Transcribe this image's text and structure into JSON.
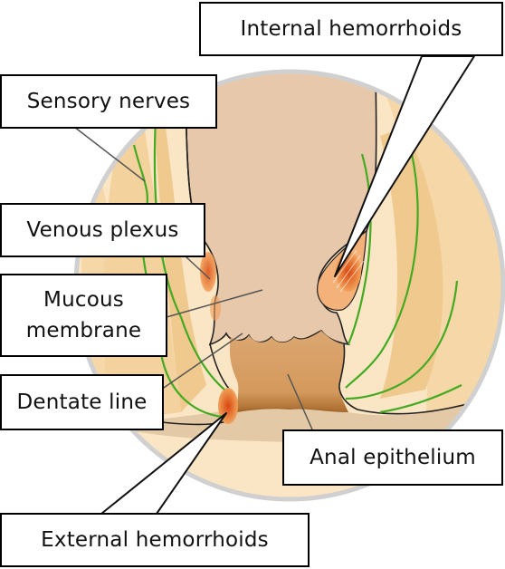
{
  "labels": {
    "internal_hemorrhoids": "Internal hemorrhoids",
    "sensory_nerves": "Sensory nerves",
    "venous_plexus": "Venous plexus",
    "mucous_membrane_line1": "Mucous",
    "mucous_membrane_line2": "membrane",
    "dentate_line": "Dentate line",
    "anal_epithelium": "Anal epithelium",
    "external_hemorrhoids": "External hemorrhoids"
  },
  "colors": {
    "circle_outline": "#d0d0d0",
    "outer_tissue": "#f8dfb5",
    "muscle_band": "#f1cc98",
    "rectal_lumen": "#e8c8ab",
    "anal_canal": "#d59f66",
    "nerves": "#44aa22",
    "hemorrhoid": "#e0651a"
  }
}
